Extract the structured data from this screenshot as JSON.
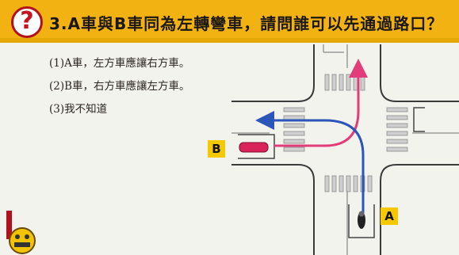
{
  "question": "3.A車與B車同為左轉彎車，請問誰可以先通過路口？",
  "options": [
    "(1)A車，左方車應讓右方車。",
    "(2)B車，右方車應讓左方車。",
    "(3)我不知道"
  ],
  "labels": {
    "car_b": "B",
    "car_a": "A"
  },
  "colors": {
    "header": "#f2b312",
    "badge_ring": "#b2111b",
    "arrow_pink": "#e23c7b",
    "arrow_blue": "#2b55b8",
    "tag": "#f6c800",
    "car_b": "#d9225a"
  }
}
